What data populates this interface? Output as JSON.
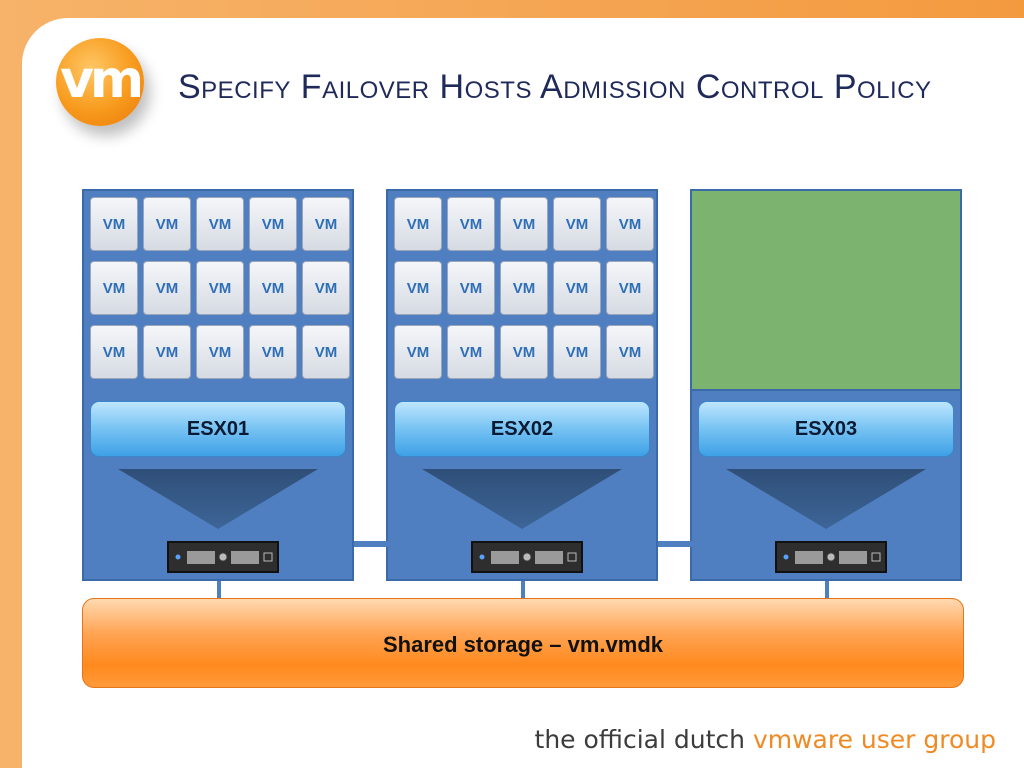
{
  "title": "Specify Failover Hosts Admission Control Policy",
  "logo": {
    "text": "vm"
  },
  "vm_label": "VM",
  "hosts": [
    {
      "label": "ESX01",
      "vm_count": 15,
      "reserved": false
    },
    {
      "label": "ESX02",
      "vm_count": 15,
      "reserved": false
    },
    {
      "label": "ESX03",
      "vm_count": 0,
      "reserved": true
    }
  ],
  "storage": {
    "label": "Shared storage – vm.vmdk"
  },
  "tagline": {
    "part1": "the official dutch ",
    "part2": "vmware user group"
  },
  "colors": {
    "host_blue": "#4f7fc0",
    "reserved_green": "#7cb46f",
    "storage_orange": "#ff8a1e",
    "title_navy": "#1f2a5a",
    "accent_orange": "#f08a24"
  }
}
